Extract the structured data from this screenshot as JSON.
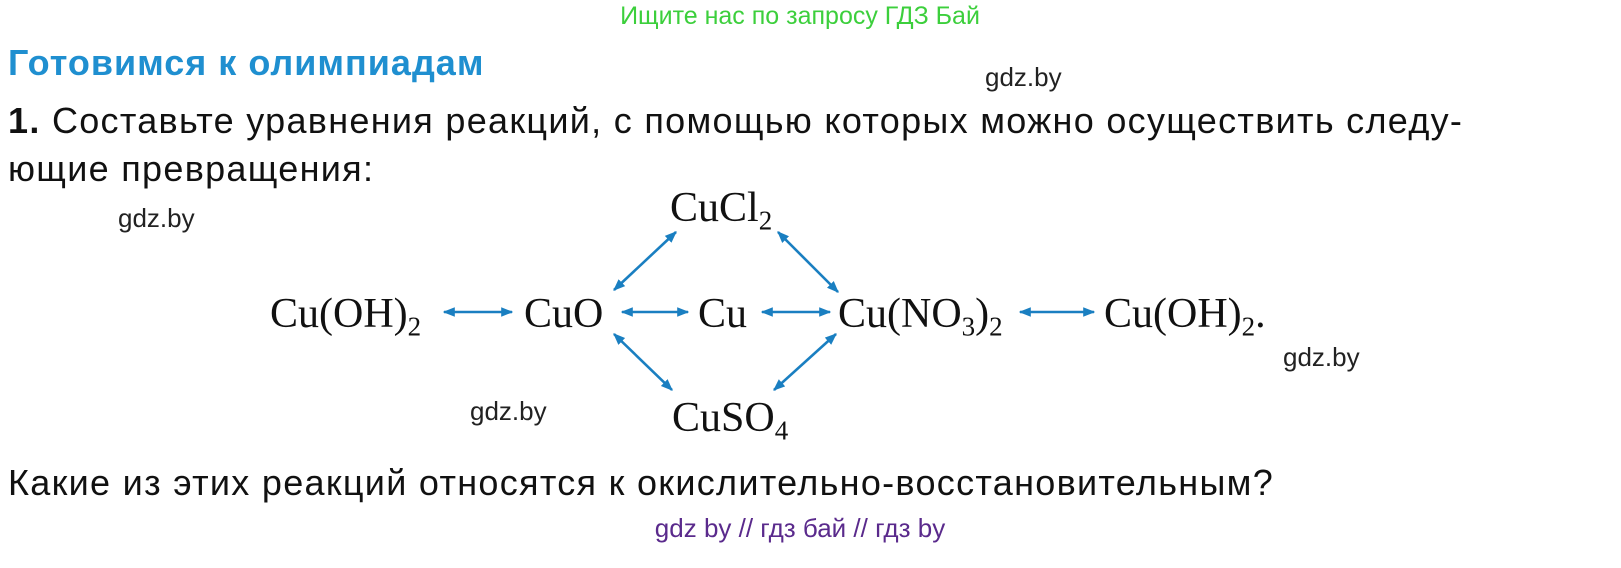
{
  "banner": "Ищите нас по запросу ГДЗ Бай",
  "heading": "Готовимся к олимпиадам",
  "watermark": "gdz.by",
  "task": {
    "number": "1.",
    "line1": "Составьте уравнения реакций, с помощью которых можно осуществить следу-",
    "line2": "ющие превращения:",
    "question": "Какие из этих реакций относятся к окислительно-восстановительным?"
  },
  "scheme": {
    "cuoh2_left": {
      "base": "Cu(OH)",
      "sub": "2"
    },
    "cuo": "CuO",
    "cu": "Cu",
    "cuno3": {
      "a": "Cu(NO",
      "sub1": "3",
      "b": ")",
      "sub2": "2"
    },
    "cuoh2_right": {
      "base": "Cu(OH)",
      "sub": "2",
      "end": "."
    },
    "cucl2": {
      "base": "CuCl",
      "sub": "2"
    },
    "cuso4": {
      "base": "CuSO",
      "sub": "4"
    },
    "arrow_color": "#1a7fc1"
  },
  "footer": "gdz by  //  гдз бай  //  гдз by"
}
